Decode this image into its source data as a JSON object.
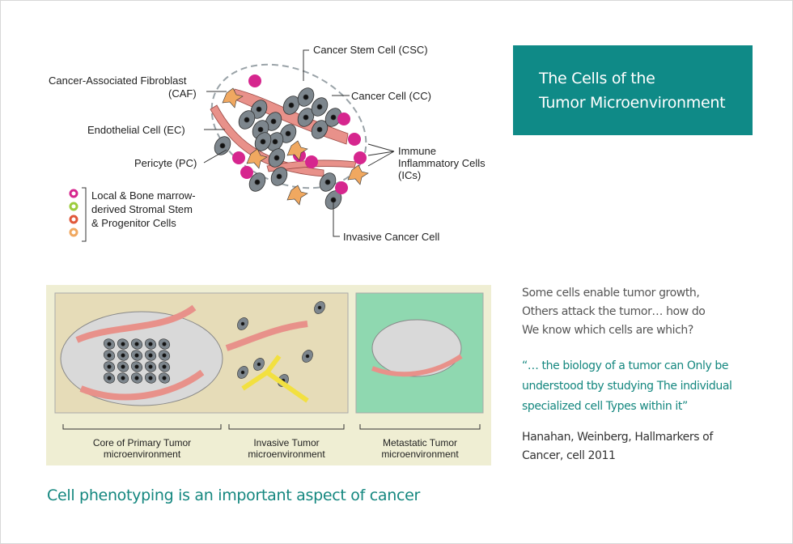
{
  "title": {
    "line1": "The Cells of the",
    "line2": "Tumor Microenvironment"
  },
  "diagram_top": {
    "labels": {
      "csc": "Cancer Stem Cell (CSC)",
      "caf1": "Cancer-Associated Fibroblast",
      "caf2": "(CAF)",
      "cc": "Cancer Cell (CC)",
      "ec": "Endothelial Cell (EC)",
      "pc": "Pericyte (PC)",
      "ic1": "Immune",
      "ic2": "Inflammatory Cells",
      "ic3": "(ICs)",
      "invasive": "Invasive Cancer Cell",
      "legend1": "Local & Bone marrow-",
      "legend2": "derived Stromal Stem",
      "legend3": "& Progenitor Cells"
    }
  },
  "diagram_bottom": {
    "panels": [
      {
        "line1": "Core of Primary Tumor",
        "line2": "microenvironment"
      },
      {
        "line1": "Invasive Tumor",
        "line2": "microenvironment"
      },
      {
        "line1": "Metastatic Tumor",
        "line2": "microenvironment"
      }
    ]
  },
  "text": {
    "intro": [
      "Some cells enable tumor growth,",
      "Others attack the tumor… how do",
      "We know which cells are which?"
    ],
    "quote": [
      "“… the biology of a tumor can Only be",
      "understood tby studying The individual",
      "specialized cell Types within it”"
    ],
    "citation": [
      "Hanahan, Weinberg, Hallmarkers of",
      "Cancer, cell 2011"
    ]
  },
  "caption": "Cell phenotyping is an important aspect of cancer",
  "colors": {
    "teal": "#0f8a87",
    "cancer_cell": "#7d868d",
    "vessel": "#e8918a",
    "immune": "#d6268e",
    "caf": "#f0a860",
    "metastatic_bg": "#8fd8b0",
    "panel_bg": "#efeed3"
  }
}
